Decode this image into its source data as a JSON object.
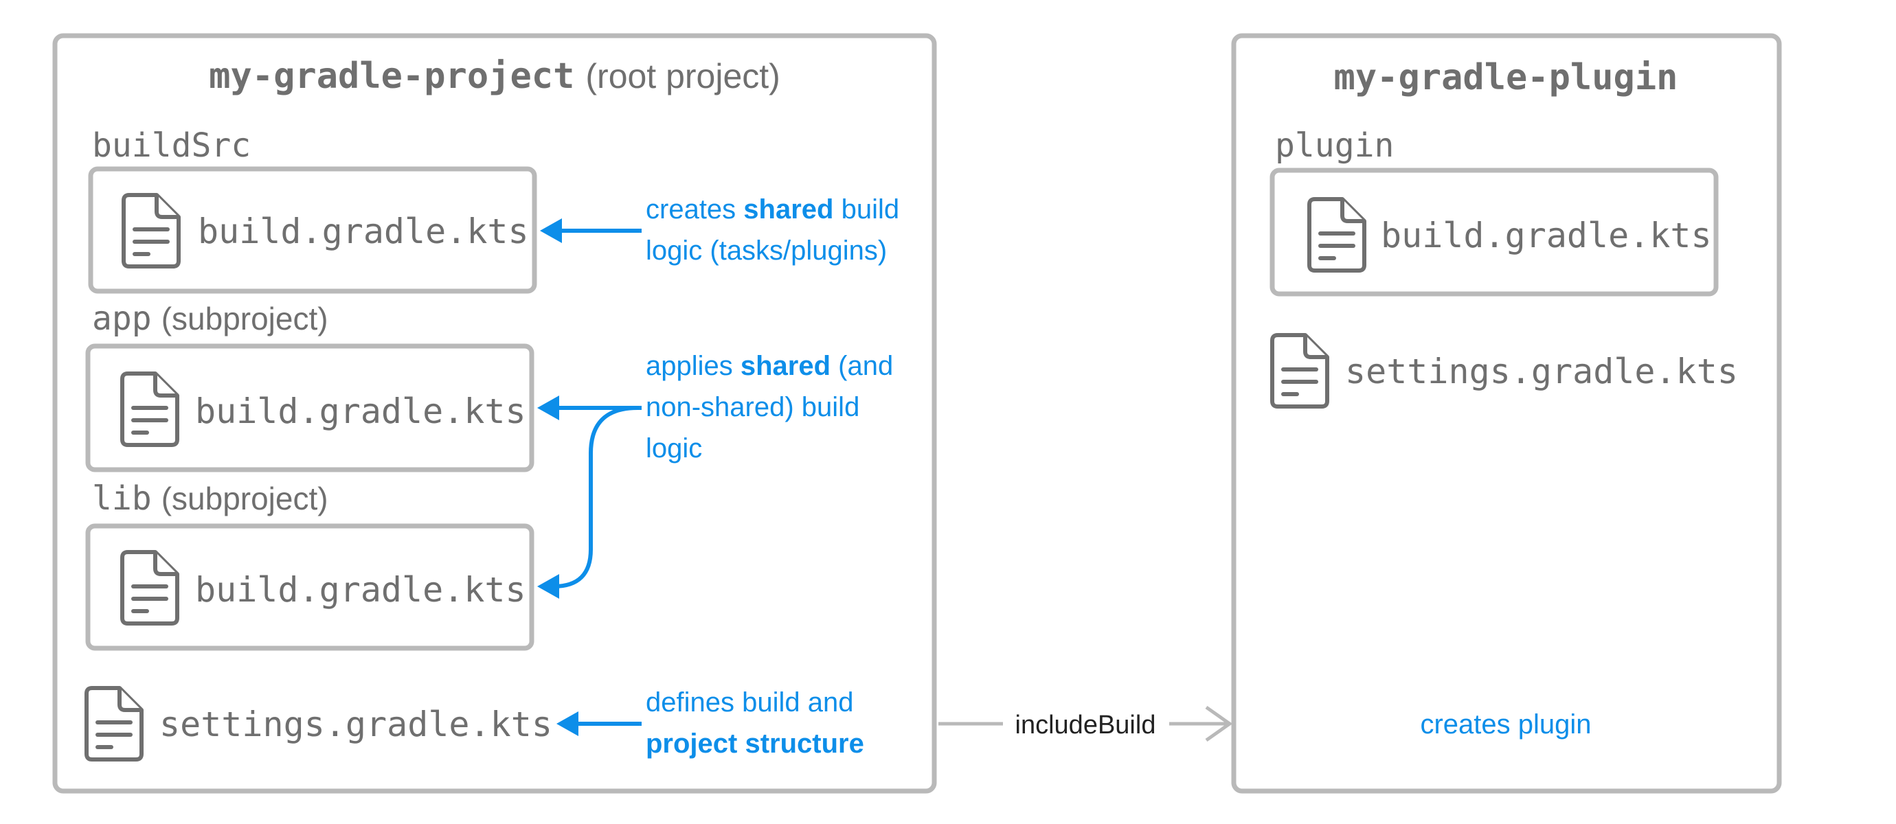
{
  "colors": {
    "box_border": "#b9b9b9",
    "text_gray": "#6f6f6f",
    "accent_blue": "#0d8ee9",
    "include_text": "#222222"
  },
  "root_project": {
    "name": "my-gradle-project",
    "suffix": "(root project)",
    "buildsrc": {
      "label": "buildSrc",
      "file": "build.gradle.kts",
      "icon": "file-icon"
    },
    "app": {
      "label_mono": "app",
      "label_suffix": "(subproject)",
      "file": "build.gradle.kts",
      "icon": "file-icon"
    },
    "lib": {
      "label_mono": "lib",
      "label_suffix": "(subproject)",
      "file": "build.gradle.kts",
      "icon": "file-icon"
    },
    "settings_file": "settings.gradle.kts"
  },
  "annotations": {
    "buildsrc": {
      "line1_pre": "creates ",
      "line1_bold": "shared",
      "line1_post": " build",
      "line2": "logic (tasks/plugins)"
    },
    "subprojects": {
      "line1_pre": "applies ",
      "line1_bold": "shared",
      "line1_post": " (and",
      "line2": "non-shared) build",
      "line3": "logic"
    },
    "settings": {
      "line1": "defines build and",
      "line2_bold": "project structure"
    }
  },
  "include_build": {
    "label": "includeBuild"
  },
  "plugin_build": {
    "name": "my-gradle-plugin",
    "plugin_label": "plugin",
    "file": "build.gradle.kts",
    "settings_file": "settings.gradle.kts",
    "caption": "creates plugin"
  }
}
